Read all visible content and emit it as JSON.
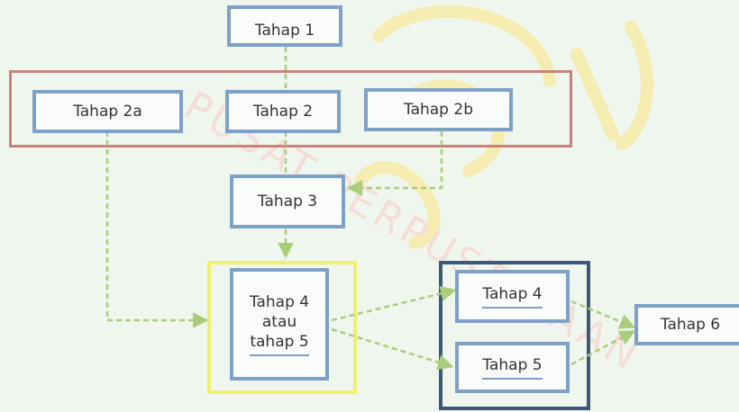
{
  "nodes": {
    "tahap1": "Tahap 1",
    "tahap2a": "Tahap 2a",
    "tahap2": "Tahap 2",
    "tahap2b": "Tahap 2b",
    "tahap3": "Tahap 3",
    "tahap45_line1": "Tahap 4",
    "tahap45_line2": "atau",
    "tahap45_line3": "tahap 5",
    "tahap4": "Tahap 4",
    "tahap5": "Tahap 5",
    "tahap6": "Tahap 6"
  },
  "watermark": "PUSAT PERPUSTAKAAN",
  "colors": {
    "background": "#eff6ee",
    "node_border": "#7ea1c8",
    "connector": "#a9cd7a",
    "group_red": "#c7837c",
    "group_yellow": "#eef06e",
    "group_navy": "#3e5978",
    "watermark_text": "#f6d9d4",
    "watermark_logo": "#f4ecb0"
  }
}
